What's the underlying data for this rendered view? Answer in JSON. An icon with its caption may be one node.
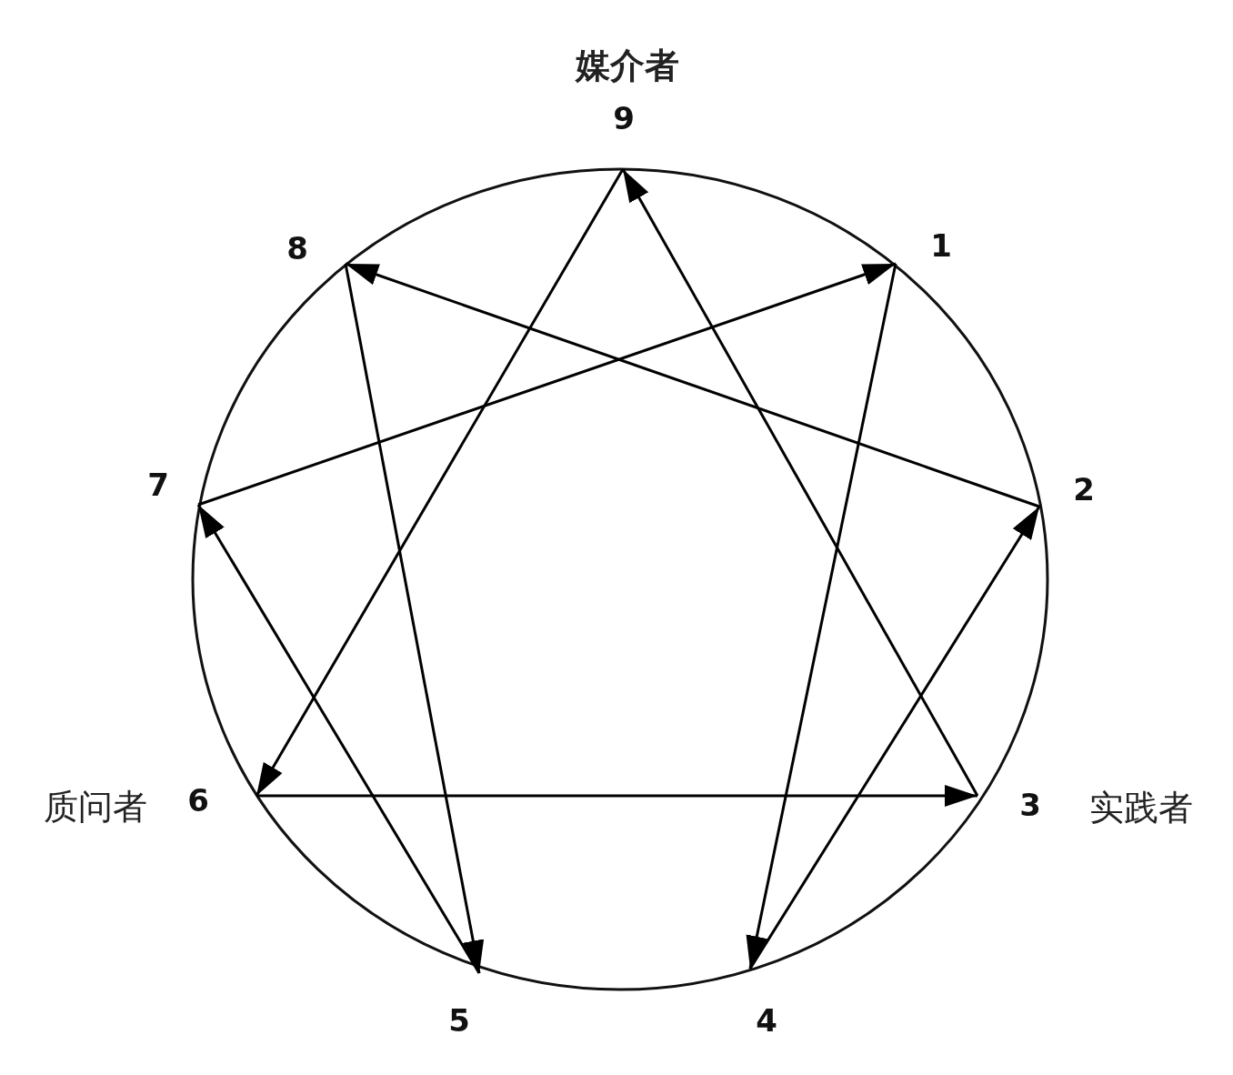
{
  "diagram": {
    "nodes": [
      {
        "text": [
          "9"
        ],
        "beside": [
          "媒介者"
        ]
      },
      {
        "text": [
          "8"
        ]
      },
      {
        "text": [
          "1"
        ]
      },
      {
        "text": [
          "7"
        ]
      },
      {
        "text": [
          "2"
        ]
      },
      {
        "text": [
          "6"
        ],
        "beside": [
          "质问者"
        ]
      },
      {
        "text": [
          "3"
        ],
        "beside": [
          "实践者"
        ]
      },
      {
        "text": [
          "5"
        ]
      },
      {
        "text": [
          "4"
        ]
      }
    ],
    "edges": [
      {
        "from": 0,
        "to": 5,
        "arrow": "to"
      },
      {
        "from": 6,
        "to": 0,
        "arrow": "to"
      },
      {
        "from": 5,
        "to": 6,
        "arrow": "to"
      },
      {
        "from": 2,
        "to": 8,
        "arrow": "to"
      },
      {
        "from": 8,
        "to": 4,
        "arrow": "to"
      },
      {
        "from": 4,
        "to": 1,
        "arrow": "to"
      },
      {
        "from": 1,
        "to": 7,
        "arrow": "to"
      },
      {
        "from": 7,
        "to": 3,
        "arrow": "to"
      },
      {
        "from": 3,
        "to": 2,
        "arrow": "to"
      }
    ]
  }
}
